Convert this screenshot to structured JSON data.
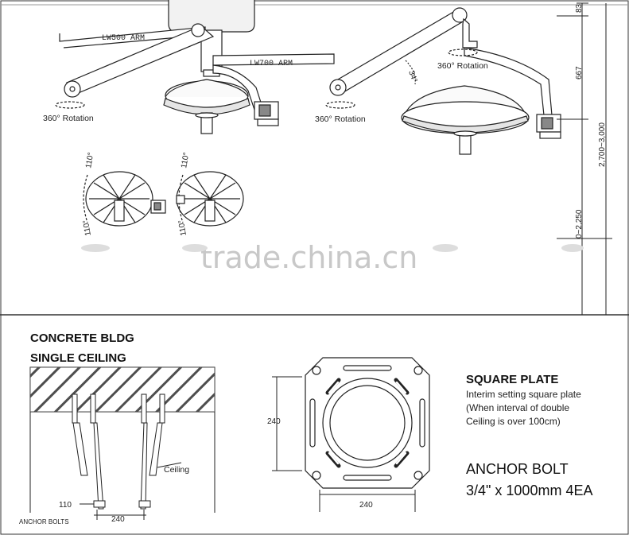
{
  "top": {
    "arm1_label": "LW500 ARM",
    "arm2_label": "LW700 ARM",
    "rotation_left": "360° Rotation",
    "rotation_mid": "360° Rotation",
    "rotation_right": "360° Rotation",
    "angle_label": "34°",
    "tilt_up": "110°",
    "tilt_down": "110°",
    "tilt_up_2": "110°",
    "tilt_down_2": "110°",
    "dim_83": "83",
    "dim_667": "667",
    "dim_height": "2,700~3,000",
    "dim_low": "0~2,250",
    "watermark": "trade.china.cn"
  },
  "bottom_left": {
    "title_line1": "CONCRETE BLDG",
    "title_line2": "SINGLE CEILING",
    "ceiling_label": "Ceiling",
    "dim_110": "110",
    "anchor_label": "ANCHOR BOLTS",
    "dim_240": "240"
  },
  "plate": {
    "dim_vertical": "240",
    "dim_horizontal": "240"
  },
  "right_text": {
    "heading": "SQUARE PLATE",
    "line1": "Interim setting square plate",
    "line2": "(When interval of double",
    "line3": "Ceiling is over 100cm)",
    "bolt_title": "ANCHOR BOLT",
    "bolt_spec": "3/4\" x 1000mm 4EA"
  }
}
